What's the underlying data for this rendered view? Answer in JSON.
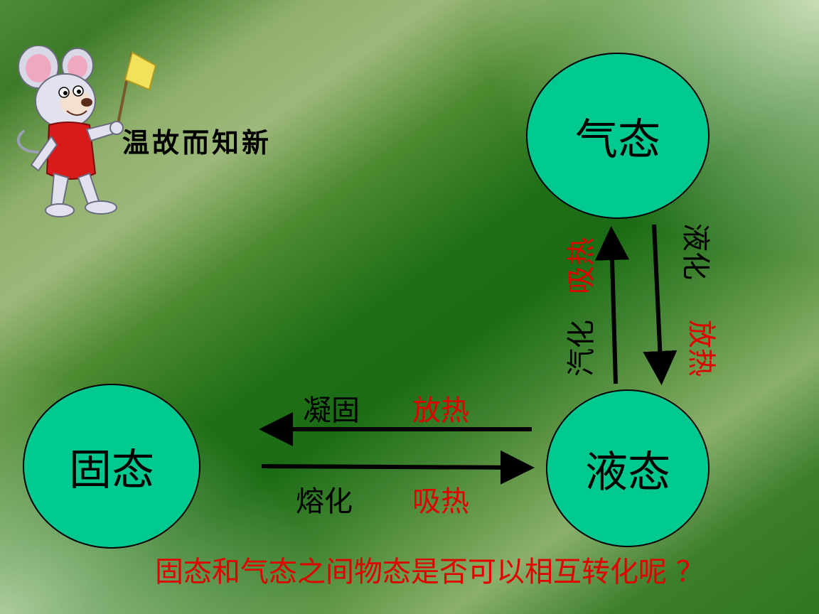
{
  "title": "温故而知新",
  "states": {
    "gas": "气态",
    "liquid": "液态",
    "solid": "固态"
  },
  "transitions": {
    "solidification": {
      "name": "凝固",
      "heat": "放热"
    },
    "melting": {
      "name": "熔化",
      "heat": "吸热"
    },
    "vaporization": {
      "name": "汽化",
      "heat": "吸热"
    },
    "liquefaction": {
      "name": "液化",
      "heat": "放热"
    }
  },
  "question": "固态和气态之间物态是否可以相互转化呢 ？",
  "colors": {
    "circle_fill": "#00c98f",
    "heat_text": "#e00000",
    "question_text": "#e00000"
  },
  "icons": {
    "mascot": "mouse-with-flag-icon"
  }
}
